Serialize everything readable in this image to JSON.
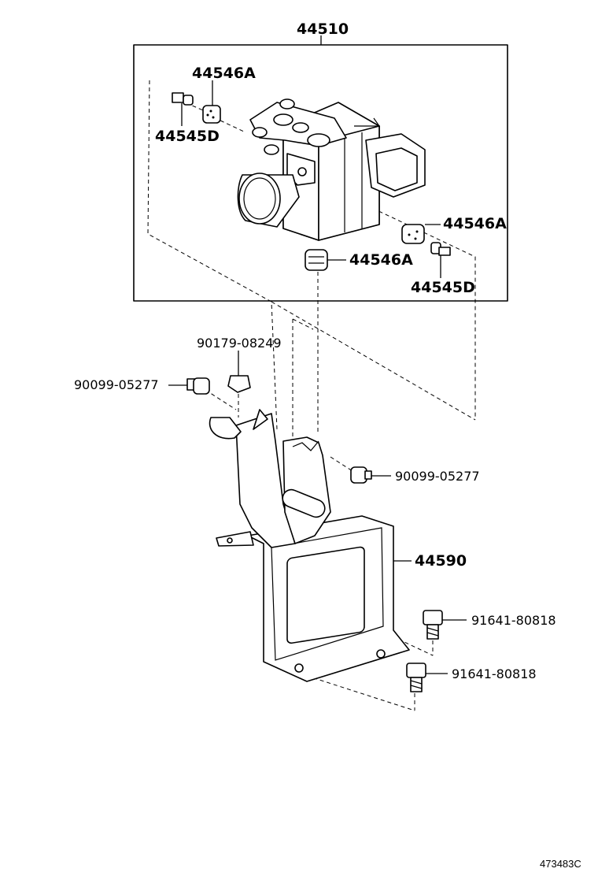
{
  "labels": {
    "abs_actuator": "44510",
    "cushion_top": "44546A",
    "bolt_top": "44545D",
    "cushion_right": "44546A",
    "cushion_lower": "44546A",
    "bolt_right": "44545D",
    "nut_upper": "90179-08249",
    "bolt_left": "90099-05277",
    "bolt_mid": "90099-05277",
    "bracket": "44590",
    "bolt_lower_a": "91641-80818",
    "bolt_lower_b": "91641-80818"
  },
  "reference_code": "473483C"
}
